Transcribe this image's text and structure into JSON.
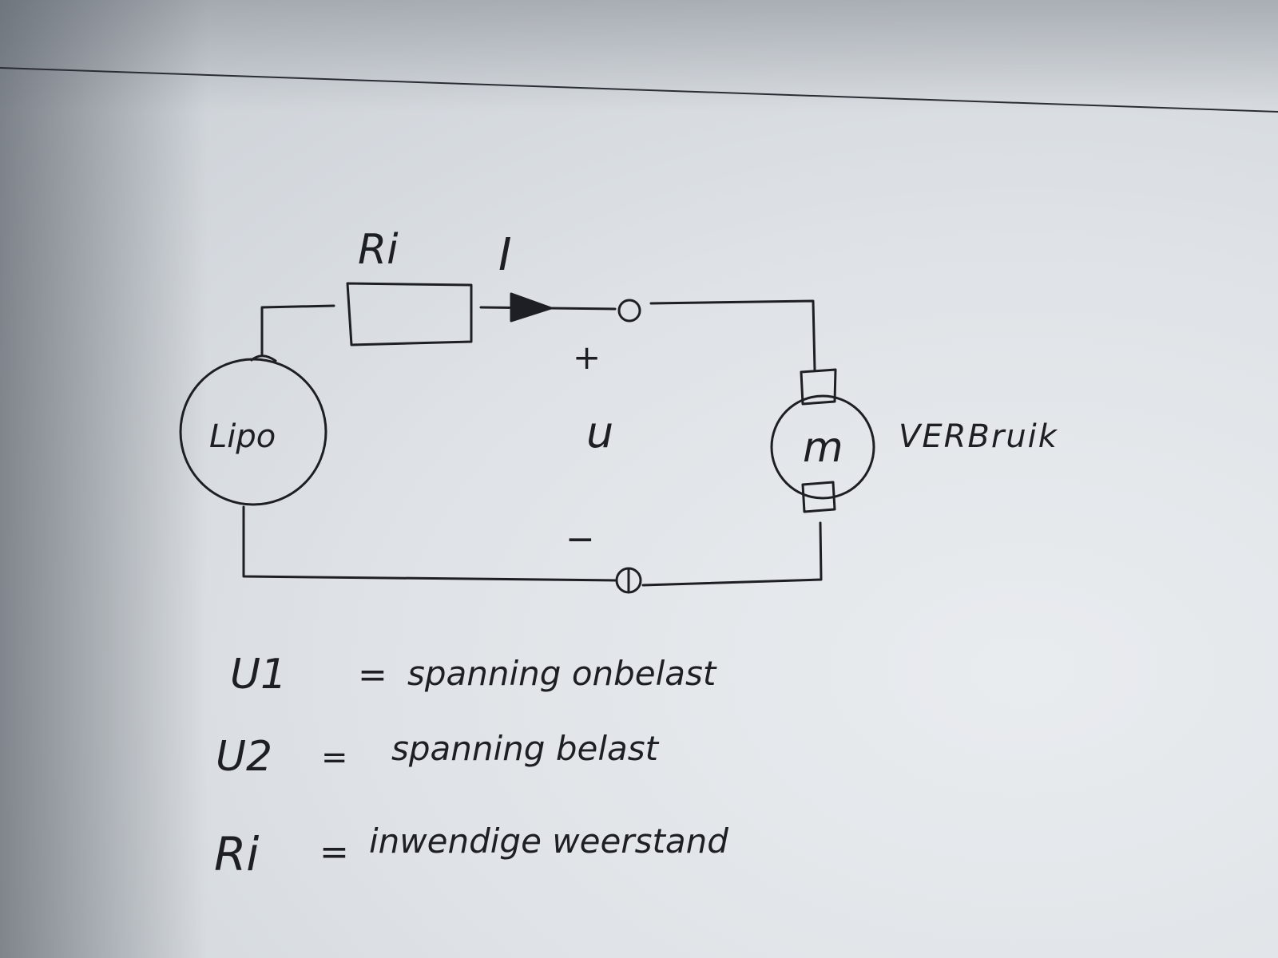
{
  "diagram": {
    "labels": {
      "resistor": "Ri",
      "current": "I",
      "plus": "+",
      "voltage": "u",
      "minus": "−",
      "battery": "Lipo",
      "motor": "m",
      "consumer": "VERBruik"
    },
    "legend": [
      {
        "symbol": "U1",
        "eq": "=",
        "text": "spanning onbelast"
      },
      {
        "symbol": "U2",
        "eq": "=",
        "text": "spanning belast"
      },
      {
        "symbol": "Ri",
        "eq": "=",
        "text": "inwendige weerstand"
      }
    ],
    "colors": {
      "ink": "#1d1f24",
      "paper": "#e3e6ea"
    }
  }
}
